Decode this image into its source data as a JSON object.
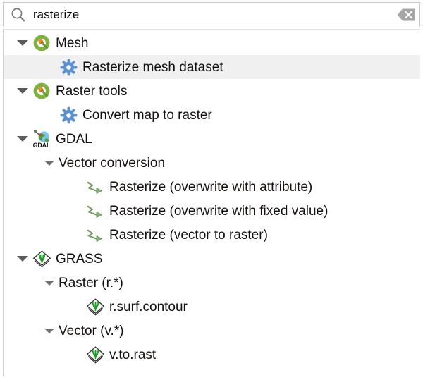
{
  "search": {
    "value": "rasterize",
    "placeholder": "Search…",
    "icon": "search-icon",
    "clear_icon": "clear-x-icon"
  },
  "tree": {
    "selected_index": 1,
    "rows": [
      {
        "label": "Mesh",
        "level": 0,
        "icon": "qgis-logo-icon",
        "twisty": "expanded"
      },
      {
        "label": "Rasterize mesh dataset",
        "level": 1,
        "icon": "gear-icon",
        "twisty": "none",
        "selected": true
      },
      {
        "label": "Raster tools",
        "level": 0,
        "icon": "qgis-logo-icon",
        "twisty": "expanded"
      },
      {
        "label": "Convert map to raster",
        "level": 1,
        "icon": "gear-icon",
        "twisty": "none"
      },
      {
        "label": "GDAL",
        "level": 0,
        "icon": "gdal-icon",
        "twisty": "expanded"
      },
      {
        "label": "Vector conversion",
        "level": 1,
        "icon": "none",
        "twisty": "expanded-small"
      },
      {
        "label": "Rasterize (overwrite with attribute)",
        "level": 2,
        "icon": "green-arrow-icon",
        "twisty": "none"
      },
      {
        "label": "Rasterize (overwrite with fixed value)",
        "level": 2,
        "icon": "green-arrow-icon",
        "twisty": "none"
      },
      {
        "label": "Rasterize (vector to raster)",
        "level": 2,
        "icon": "green-arrow-icon",
        "twisty": "none"
      },
      {
        "label": "GRASS",
        "level": 0,
        "icon": "grass-icon",
        "twisty": "expanded"
      },
      {
        "label": "Raster (r.*)",
        "level": 1,
        "icon": "none",
        "twisty": "expanded-small"
      },
      {
        "label": "r.surf.contour",
        "level": 2,
        "icon": "grass-icon",
        "twisty": "none"
      },
      {
        "label": "Vector (v.*)",
        "level": 1,
        "icon": "none",
        "twisty": "expanded-small"
      },
      {
        "label": "v.to.rast",
        "level": 2,
        "icon": "grass-icon",
        "twisty": "none"
      }
    ]
  },
  "colors": {
    "qgis_green": "#589632",
    "qgis_orange": "#e8892a",
    "gear_blue": "#5b91d1",
    "grass_green": "#1f9a24",
    "arrow_green": "#8cb77e",
    "selection_bg": "#f0f0f0",
    "text": "#14100e"
  }
}
